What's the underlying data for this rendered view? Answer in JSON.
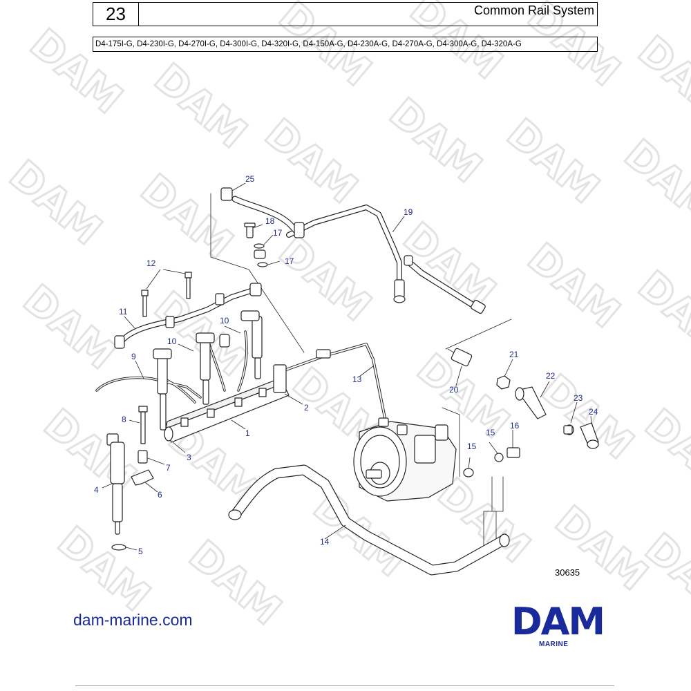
{
  "header": {
    "section_number": "23",
    "title": "Common Rail System",
    "models": "D4-175I-G, D4-230I-G, D4-270I-G, D4-300I-G, D4-320I-G, D4-150A-G, D4-230A-G, D4-270A-G, D4-300A-G, D4-320A-G"
  },
  "watermark_text": "DAM",
  "figure_number": "30635",
  "footer": {
    "website": "dam-marine.com",
    "logo_text": "DAM",
    "logo_subtext": "MARINE"
  },
  "colors": {
    "callout": "#1f2a8a",
    "brand": "#1a2a9a",
    "watermark": "#e6e6e6",
    "line": "#222222"
  },
  "callouts": [
    "1",
    "2",
    "3",
    "4",
    "5",
    "6",
    "7",
    "8",
    "9",
    "10",
    "10",
    "11",
    "12",
    "13",
    "14",
    "15",
    "15",
    "16",
    "17",
    "17",
    "18",
    "19",
    "20",
    "21",
    "22",
    "23",
    "24",
    "25"
  ]
}
